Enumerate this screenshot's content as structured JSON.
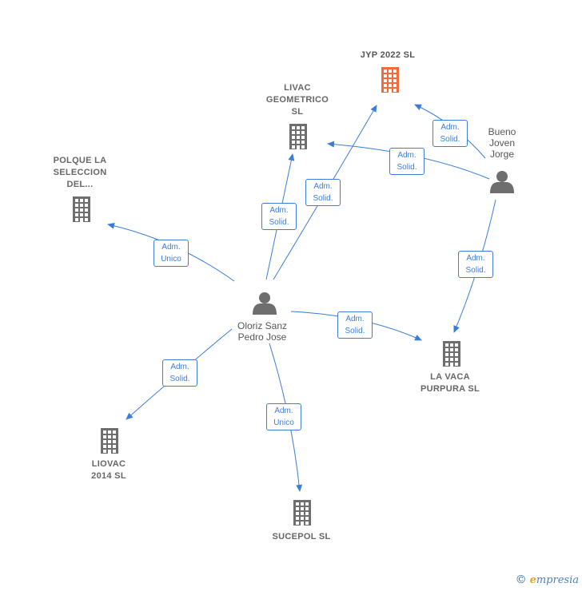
{
  "colors": {
    "edge": "#3b7dd8",
    "building": "#6e6e6e",
    "building_focus": "#f26b3a",
    "person": "#6e6e6e"
  },
  "nodes": {
    "jyp": {
      "label": "JYP 2022  SL"
    },
    "livac": {
      "label": "LIVAC\nGEOMETRICO\nSL"
    },
    "polque": {
      "label": "POLQUE LA\nSELECCION\nDEL..."
    },
    "bueno": {
      "label": "Bueno\nJoven\nJorge"
    },
    "oloriz": {
      "label": "Oloriz Sanz\nPedro Jose"
    },
    "lavaca": {
      "label": "LA VACA\nPURPURA SL"
    },
    "liovac": {
      "label": "LIOVAC\n2014  SL"
    },
    "sucepol": {
      "label": "SUCEPOL SL"
    }
  },
  "relations": {
    "bueno_jyp": "Adm.\nSolid.",
    "bueno_livac": "Adm.\nSolid.",
    "oloriz_livac": "Adm.\nSolid.",
    "oloriz_jyp": "Adm.\nSolid.",
    "oloriz_polque": "Adm.\nUnico",
    "bueno_lavaca": "Adm.\nSolid.",
    "oloriz_lavaca": "Adm.\nSolid.",
    "oloriz_liovac": "Adm.\nSolid.",
    "oloriz_sucepol": "Adm.\nUnico"
  },
  "footer": {
    "copyright": "©",
    "brand_e": "e",
    "brand_rest": "mpresia"
  }
}
